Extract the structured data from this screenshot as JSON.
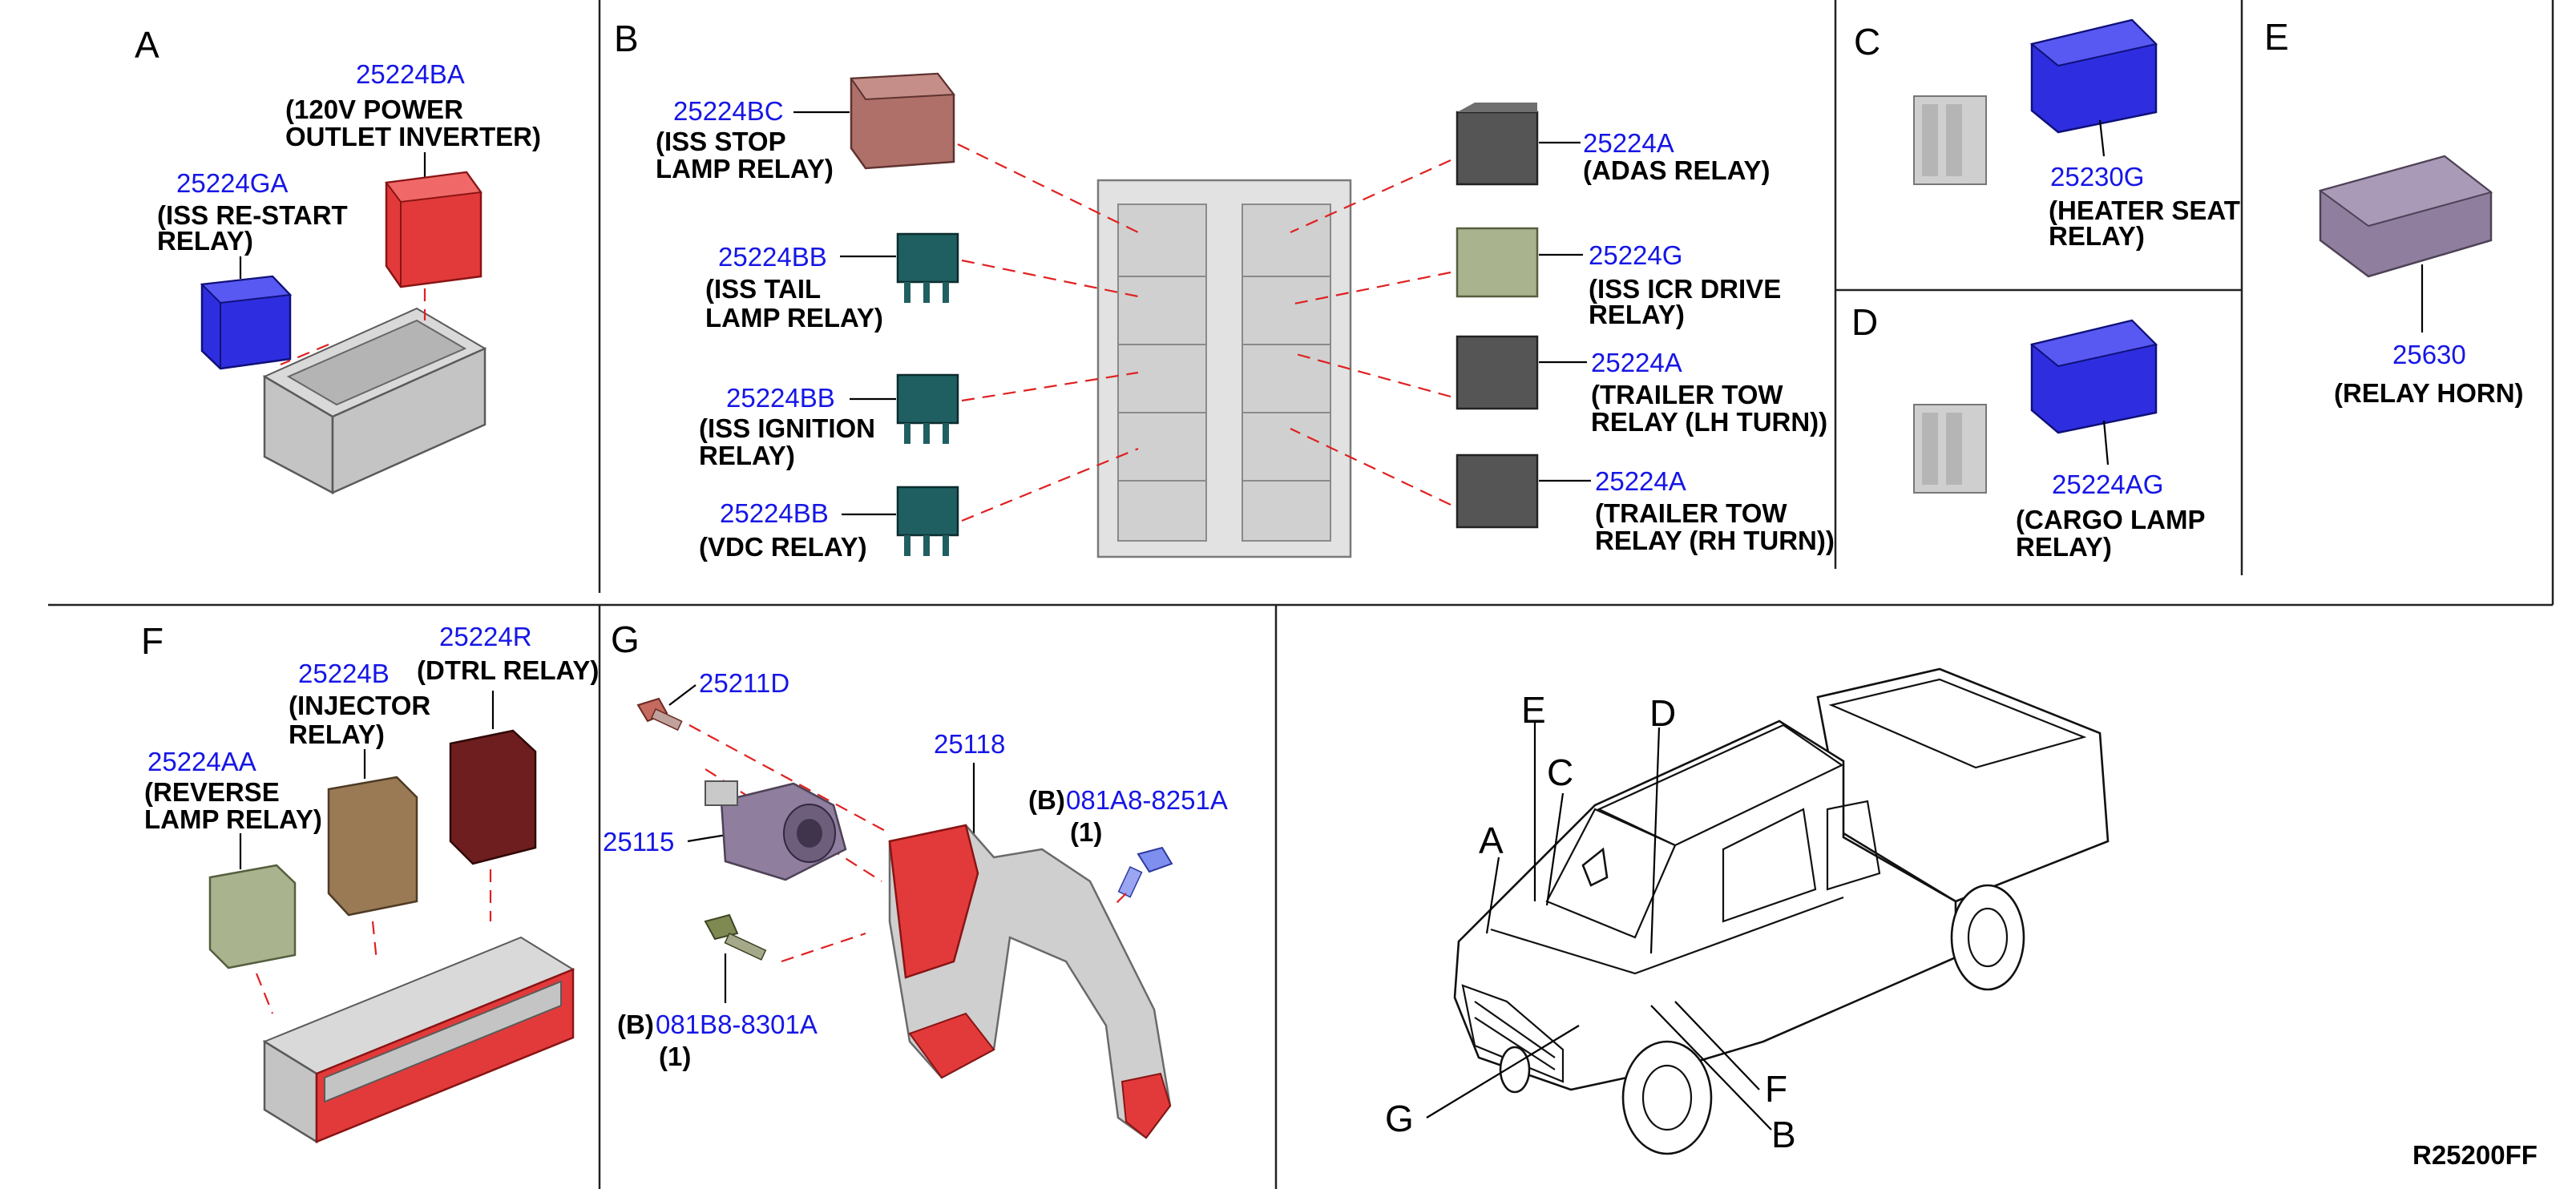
{
  "sections": {
    "A": "A",
    "B": "B",
    "C": "C",
    "D": "D",
    "E": "E",
    "F": "F",
    "G": "G"
  },
  "parts": {
    "a_pn1": "25224BA",
    "a_desc1_l1": "(120V POWER",
    "a_desc1_l2": "OUTLET INVERTER)",
    "a_pn2": "25224GA",
    "a_desc2_l1": "(ISS RE-START",
    "a_desc2_l2": "RELAY)",
    "b_pn1": "25224BC",
    "b_desc1_l1": "(ISS STOP",
    "b_desc1_l2": "LAMP RELAY)",
    "b_pn2": "25224BB",
    "b_desc2_l1": "(ISS TAIL",
    "b_desc2_l2": "LAMP RELAY)",
    "b_pn3": "25224BB",
    "b_desc3_l1": "(ISS IGNITION",
    "b_desc3_l2": "RELAY)",
    "b_pn4": "25224BB",
    "b_desc4_l1": "(VDC RELAY)",
    "b_pn5": "25224A",
    "b_desc5_l1": "(ADAS RELAY)",
    "b_pn6": "25224G",
    "b_desc6_l1": "(ISS ICR DRIVE",
    "b_desc6_l2": "RELAY)",
    "b_pn7": "25224A",
    "b_desc7_l1": "(TRAILER TOW",
    "b_desc7_l2": "RELAY (LH TURN))",
    "b_pn8": "25224A",
    "b_desc8_l1": "(TRAILER TOW",
    "b_desc8_l2": "RELAY (RH TURN))",
    "c_pn": "25230G",
    "c_desc_l1": "(HEATER SEAT",
    "c_desc_l2": "RELAY)",
    "d_pn": "25224AG",
    "d_desc_l1": "(CARGO LAMP",
    "d_desc_l2": "RELAY)",
    "e_pn": "25630",
    "e_desc": "(RELAY HORN)",
    "f_pn1": "25224AA",
    "f_desc1_l1": "(REVERSE",
    "f_desc1_l2": "LAMP RELAY)",
    "f_pn2": "25224B",
    "f_desc2_l1": "(INJECTOR",
    "f_desc2_l2": "RELAY)",
    "f_pn3": "25224R",
    "f_desc3_l1": "(DTRL RELAY)",
    "g_pn1": "25211D",
    "g_pn2": "25118",
    "g_pn3": "25115",
    "g_pn4_prefix": "(B)",
    "g_pn4": "081A8-8251A",
    "g_qty4": "(1)",
    "g_pn5_prefix": "(B)",
    "g_pn5": "081B8-8301A",
    "g_qty5": "(1)"
  },
  "vehicle_callouts": {
    "A": "A",
    "E": "E",
    "C": "C",
    "D": "D",
    "F": "F",
    "B": "B",
    "G": "G"
  },
  "diagram_code": "R25200FF",
  "colors": {
    "part_number": "#1616e6",
    "leader_dash": "#e02020",
    "relay_blue": "#2e2ee0",
    "relay_red": "#e23a3a",
    "relay_teal": "#1f5f62",
    "relay_dark": "#555555",
    "relay_olive": "#a9b38e",
    "relay_brown": "#9a7a55",
    "relay_maroon": "#6e1e1e",
    "relay_purple": "#8f7e9e",
    "relay_stop": "#b0706a"
  }
}
